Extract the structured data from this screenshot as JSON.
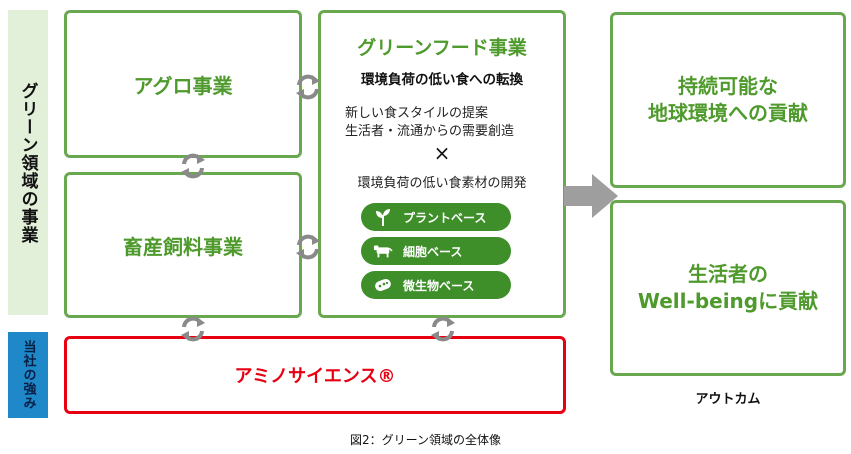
{
  "side_labels": {
    "green_domain": "グリーン領域の事業",
    "strength": "当社の強み"
  },
  "boxes": {
    "agro": "アグロ事業",
    "livestock": "畜産飼料事業",
    "amino": "アミノサイエンス®"
  },
  "green_food": {
    "title": "グリーンフード事業",
    "subtitle": "環境負荷の低い食への転換",
    "line1": "新しい食スタイルの提案",
    "line2": "生活者・流通からの需要創造",
    "times": "×",
    "line3": "環境負荷の低い食素材の開発",
    "pills": [
      {
        "label": "プラントベース",
        "icon": "plant-icon"
      },
      {
        "label": "細胞ベース",
        "icon": "cow-icon"
      },
      {
        "label": "微生物ベース",
        "icon": "microbe-icon"
      }
    ]
  },
  "outcomes": {
    "sustainable": "持続可能な\n地球環境への貢献",
    "wellbeing": "生活者の\nWell-beingに貢献",
    "label": "アウトカム"
  },
  "caption": "図2：グリーン領域の全体像",
  "colors": {
    "green_border": "#6aa84f",
    "green_text": "#4f9a2c",
    "red": "#e60012",
    "side_bg_green": "#e2efd9",
    "side_bg_blue": "#1e88c8",
    "arrow_gray": "#9e9e9e"
  }
}
